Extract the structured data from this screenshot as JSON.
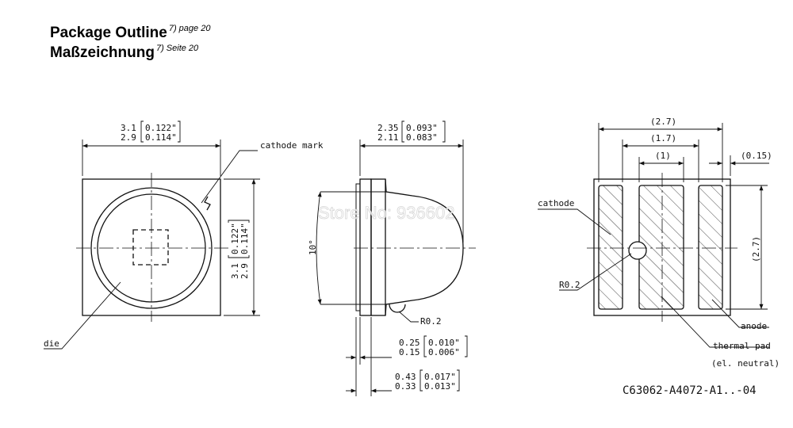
{
  "title": {
    "en": "Package Outline",
    "en_ref": "7) page 20",
    "de": "Maßzeichnung",
    "de_ref": "7) Seite 20"
  },
  "top_view": {
    "width_max": "3.1",
    "width_min": "2.9",
    "width_max_in": "0.122\"",
    "width_min_in": "0.114\"",
    "height_max": "3.1",
    "height_min": "2.9",
    "height_max_in": "0.122\"",
    "height_min_in": "0.114\"",
    "cathode_mark": "cathode mark",
    "die": "die"
  },
  "side_view": {
    "depth_max": "2.35",
    "depth_min": "2.11",
    "depth_max_in": "0.093\"",
    "depth_min_in": "0.083\"",
    "angle": "10°",
    "radius": "R0.2",
    "pad_max": "0.25",
    "pad_min": "0.15",
    "pad_max_in": "0.010\"",
    "pad_min_in": "0.006\"",
    "base_max": "0.43",
    "base_min": "0.33",
    "base_max_in": "0.017\"",
    "base_min_in": "0.013\""
  },
  "bottom_view": {
    "width_outer": "(2.7)",
    "width_mid": "(1.7)",
    "width_inner": "(1)",
    "gap": "(0.15)",
    "height": "(2.7)",
    "cathode": "cathode",
    "radius": "R0.2",
    "anode": "anode",
    "thermal_pad": "thermal pad",
    "neutral": "(el. neutral)"
  },
  "drawing_code": "C63062-A4072-A1..-04",
  "watermark": "Store No: 936602"
}
